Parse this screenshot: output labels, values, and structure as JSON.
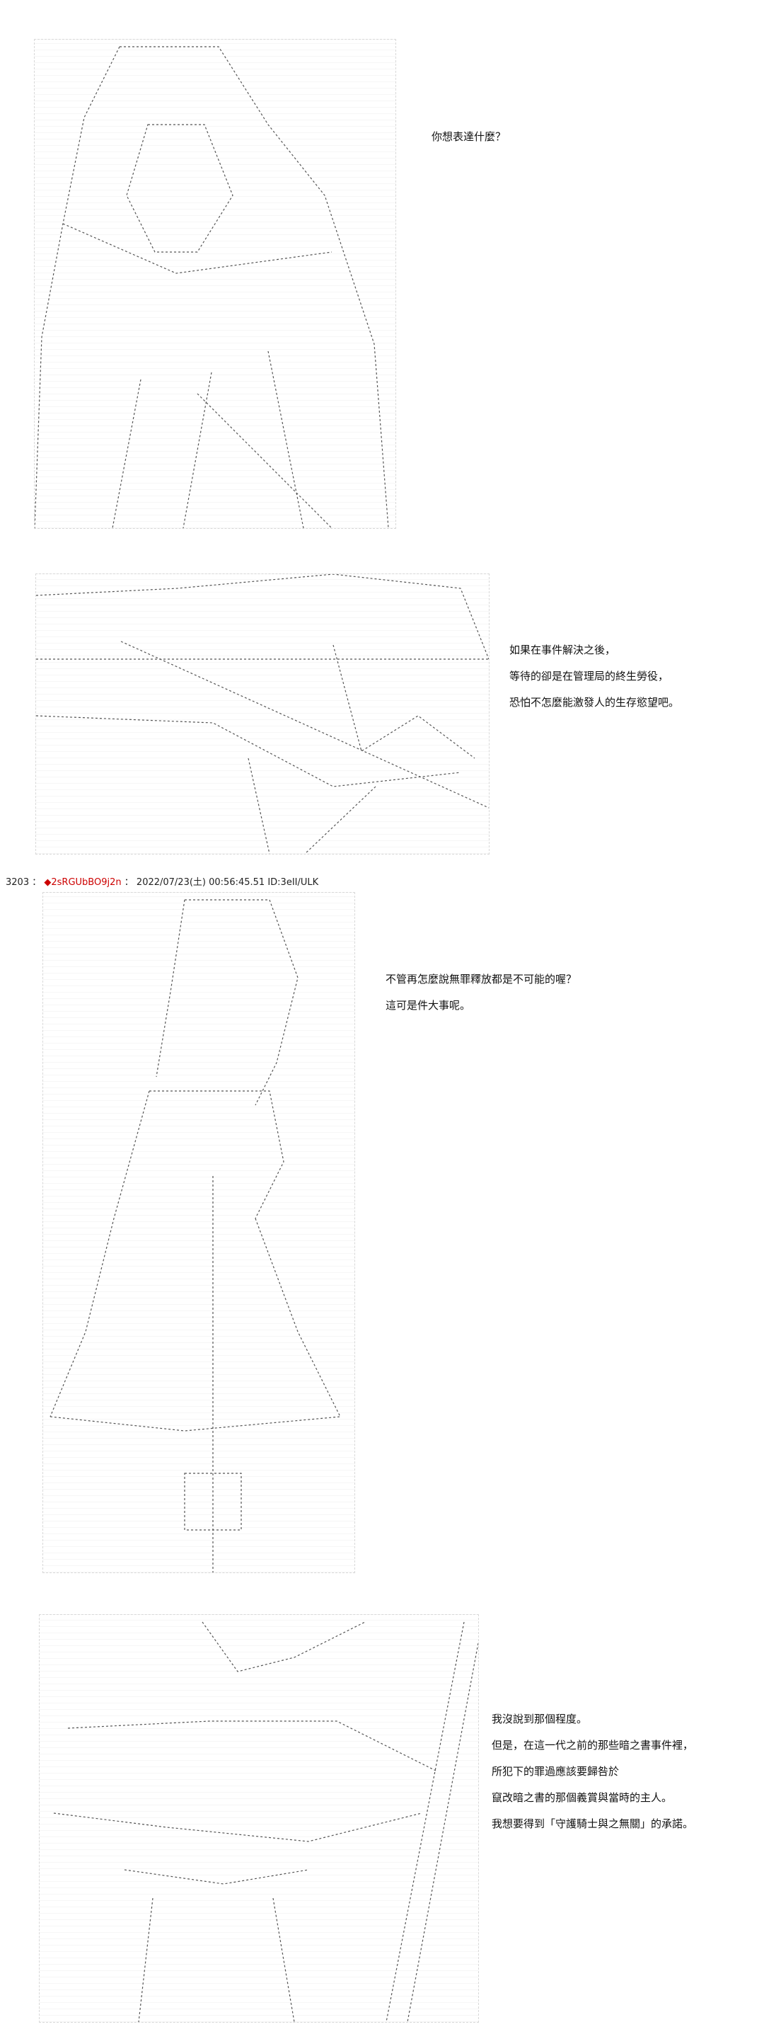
{
  "panels": [
    {
      "lines": [
        "你想表達什麼？"
      ]
    },
    {
      "lines": [
        "如果在事件解決之後，",
        "等待的卻是在管理局的終生勞役，",
        "恐怕不怎麼能激發人的生存慾望吧。"
      ]
    },
    {
      "lines": [
        "不管再怎麼說無罪釋放都是不可能的喔？",
        "這可是件大事呢。"
      ]
    },
    {
      "lines": [
        "我沒說到那個程度。",
        "但是，在這一代之前的那些暗之書事件裡，",
        "所犯下的罪過應該要歸咎於",
        "竄改暗之書的那個義賞與當時的主人。",
        "我想要得到「守護騎士與之無關」的承諾。"
      ]
    }
  ],
  "post_header": {
    "number": "3203",
    "separator": "：",
    "diamond": "◆",
    "trip": "2sRGUbBO9j2n",
    "separator2": "：",
    "datetime": "2022/07/23(土) 00:56:45.51",
    "id": "ID:3eII/ULK"
  },
  "colors": {
    "trip": "#cc0000",
    "art_stroke": "#555555",
    "text": "#111111"
  }
}
